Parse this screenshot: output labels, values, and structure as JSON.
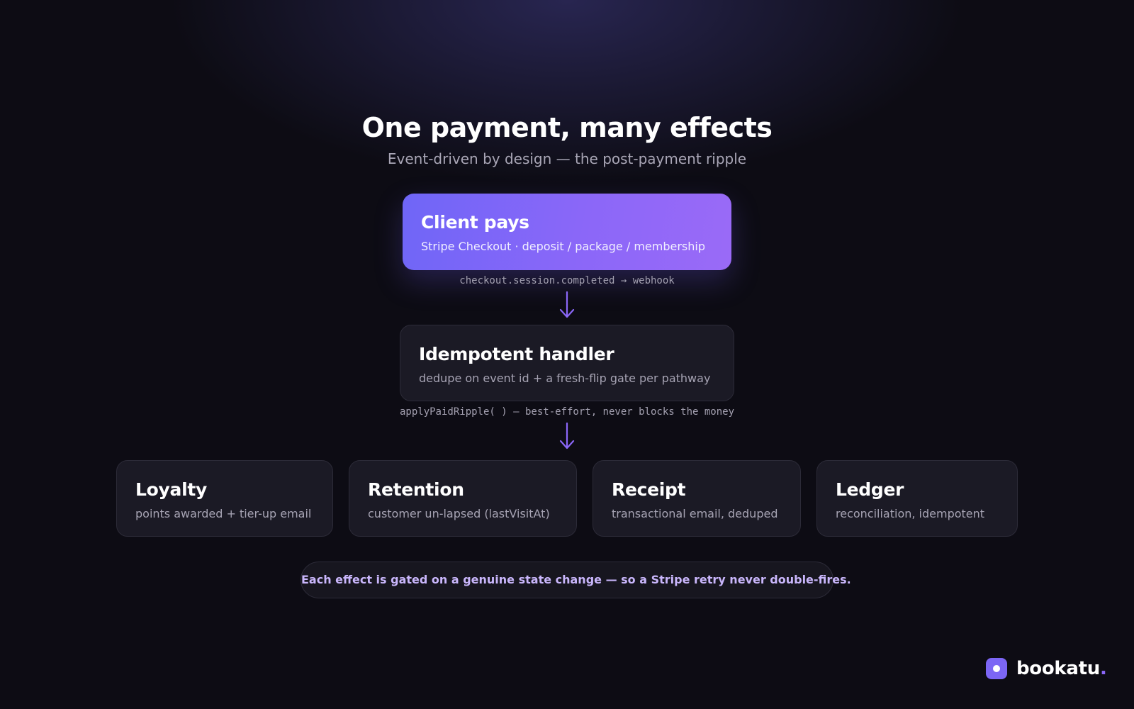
{
  "header": {
    "title": "One payment, many effects",
    "subtitle": "Event-driven by design — the post-payment ripple"
  },
  "flow": {
    "source": {
      "title": "Client pays",
      "detail": "Stripe Checkout · deposit / package / membership"
    },
    "edge_1_label": "checkout.session.completed → webhook",
    "handler": {
      "title": "Idempotent handler",
      "detail": "dedupe on event id + a fresh-flip gate per pathway"
    },
    "edge_2_label": "applyPaidRipple( ) — best-effort, never blocks the money",
    "effects": [
      {
        "title": "Loyalty",
        "detail": "points awarded + tier-up email"
      },
      {
        "title": "Retention",
        "detail": "customer un-lapsed (lastVisitAt)"
      },
      {
        "title": "Receipt",
        "detail": "transactional email, deduped"
      },
      {
        "title": "Ledger",
        "detail": "reconciliation, idempotent"
      }
    ]
  },
  "footnote": "Each effect is gated on a genuine state change — so a Stripe retry never double-fires.",
  "brand": {
    "name": "bookatu",
    "dot": ".",
    "icon": "brand-dot-icon"
  },
  "colors": {
    "background": "#0d0c14",
    "accent": "#8b67f8",
    "card": "#1b1a25",
    "note_text": "#c9b6fb"
  }
}
